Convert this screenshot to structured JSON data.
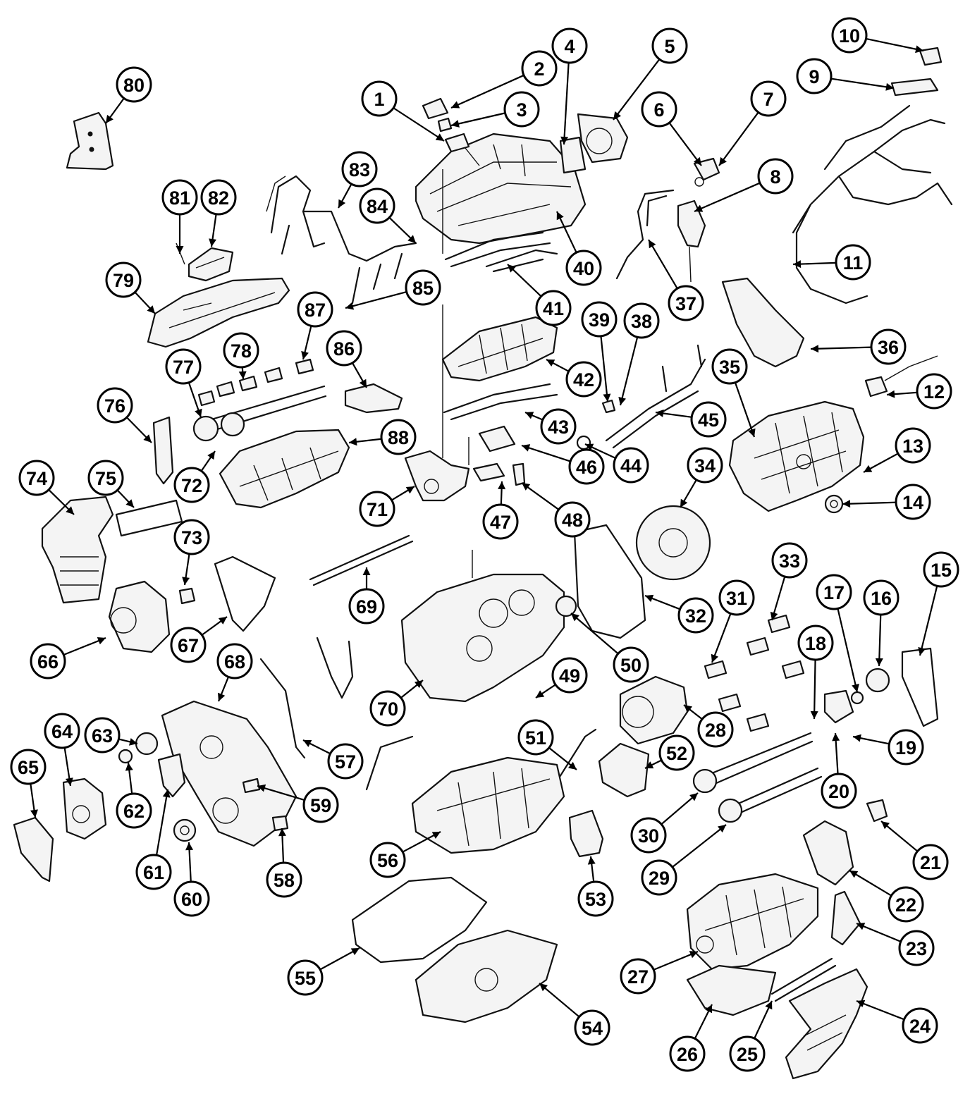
{
  "callouts": [
    "1",
    "2",
    "3",
    "4",
    "5",
    "6",
    "7",
    "8",
    "9",
    "10",
    "11",
    "12",
    "13",
    "14",
    "15",
    "16",
    "17",
    "18",
    "19",
    "20",
    "21",
    "22",
    "23",
    "24",
    "25",
    "26",
    "27",
    "28",
    "29",
    "30",
    "31",
    "32",
    "33",
    "34",
    "35",
    "36",
    "37",
    "38",
    "39",
    "40",
    "41",
    "42",
    "43",
    "44",
    "45",
    "46",
    "47",
    "48",
    "49",
    "50",
    "51",
    "52",
    "53",
    "54",
    "55",
    "56",
    "57",
    "58",
    "59",
    "60",
    "61",
    "62",
    "63",
    "64",
    "65",
    "66",
    "67",
    "68",
    "69",
    "70",
    "71",
    "72",
    "73",
    "74",
    "75",
    "76",
    "77",
    "78",
    "79",
    "80",
    "81",
    "82",
    "83",
    "84",
    "85",
    "86",
    "87",
    "88"
  ],
  "colors": {
    "line": "#111111",
    "callout_fill": "#ffffff",
    "background": "#ffffff"
  }
}
